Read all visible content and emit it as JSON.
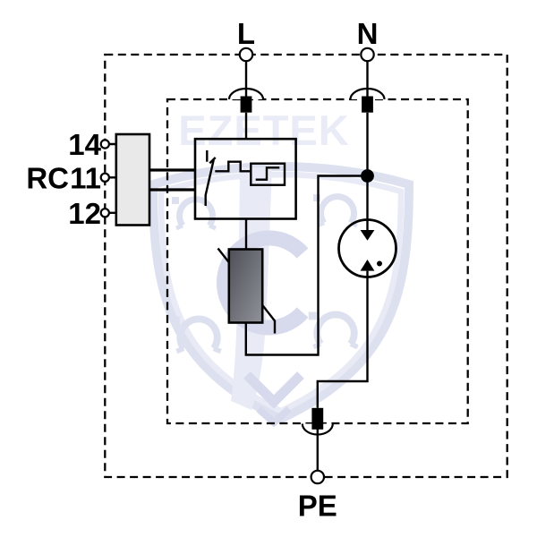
{
  "watermark": {
    "brand": "EZETEK"
  },
  "terminals": {
    "line": "L",
    "neutral": "N",
    "earth": "PE"
  },
  "remote_contact": {
    "label": "RC",
    "terminal_no": "14",
    "terminal_com": "11",
    "terminal_nc": "12"
  },
  "colors": {
    "circuit_line": "#000000",
    "label_text": "#000000",
    "module_fill": "#e9e9e9",
    "varistor_dark": "#4e5058",
    "varistor_light": "#90929a",
    "watermark_text": "#e9ebf6",
    "watermark_light": "#e8eaf5",
    "watermark_mid": "#dde1ef",
    "watermark_accent": "#d7daec",
    "background": "#ffffff"
  }
}
